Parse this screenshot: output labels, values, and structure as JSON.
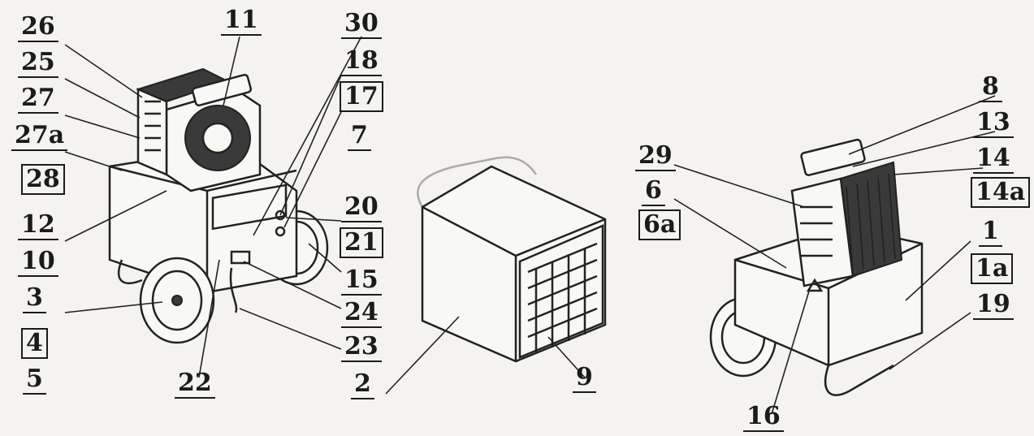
{
  "figure": {
    "callouts_left_column": [
      "26",
      "25",
      "27",
      "27a",
      "28",
      "12",
      "10",
      "3",
      "4",
      "5"
    ],
    "callouts_left_top": [
      "11",
      "30",
      "18",
      "17",
      "7"
    ],
    "callouts_left_right": [
      "20",
      "21",
      "15",
      "24",
      "23"
    ],
    "callouts_left_bottom": [
      "22"
    ],
    "callouts_middle": [
      "2",
      "9"
    ],
    "callouts_right_top": [
      "8",
      "13",
      "14",
      "14a"
    ],
    "callouts_right_left": [
      "29",
      "6",
      "6a"
    ],
    "callouts_right_right": [
      "1",
      "1a",
      "19"
    ],
    "callouts_right_bottom": [
      "16"
    ]
  },
  "colors": {
    "ink": "#1b1b1b",
    "paper": "#f4f3ef"
  }
}
